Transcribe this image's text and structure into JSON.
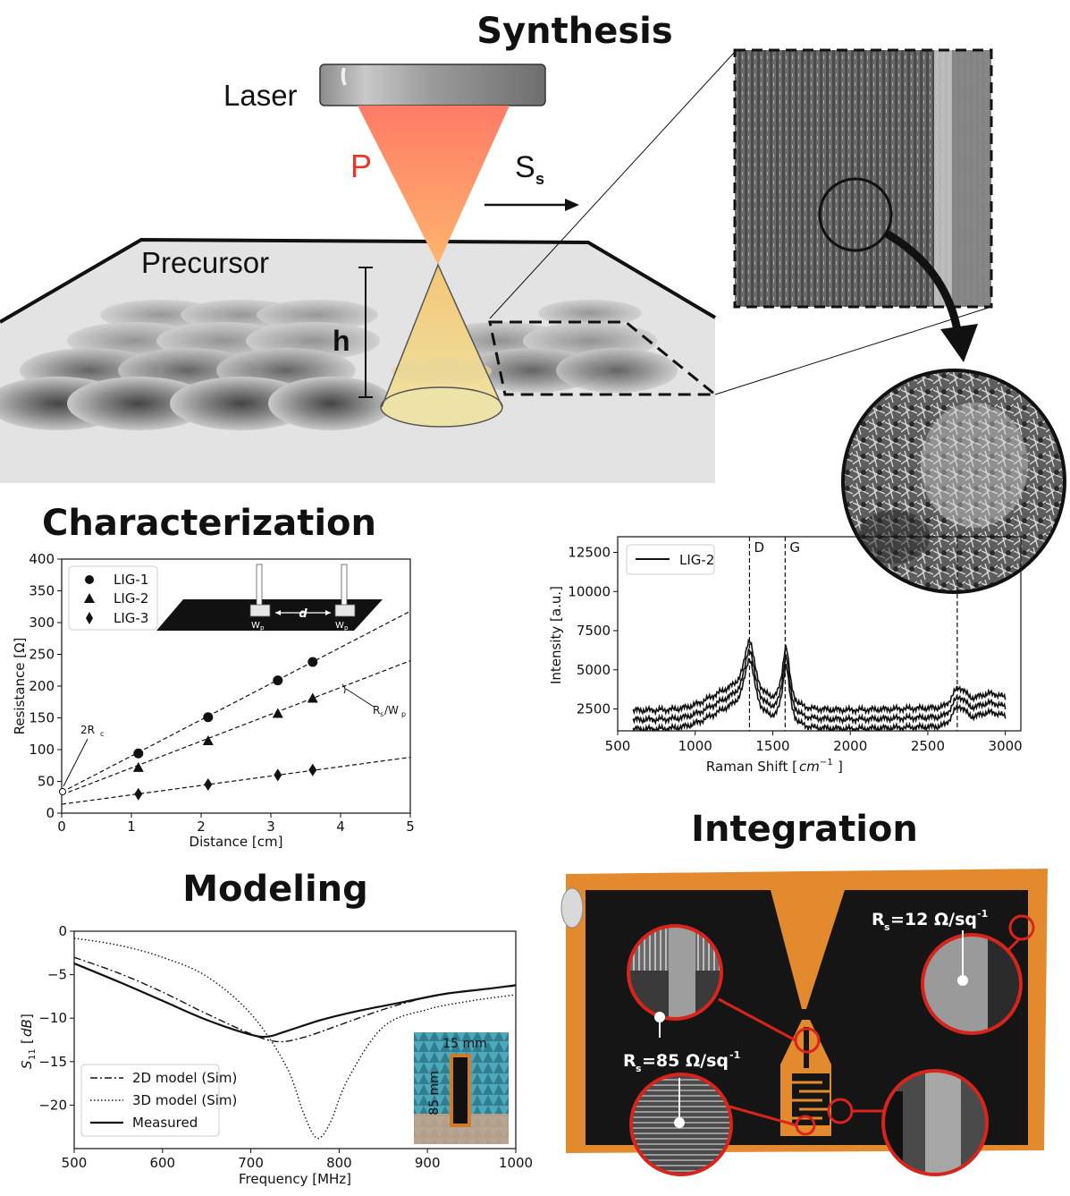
{
  "headings": {
    "synthesis": "Synthesis",
    "characterization": "Characterization",
    "modeling": "Modeling",
    "integration": "Integration"
  },
  "synthesis": {
    "laser": "Laser",
    "power": "P",
    "speed": "S",
    "speed_sub": "s",
    "precursor": "Precursor",
    "height": "h"
  },
  "integration": {
    "rs_top": "R",
    "rs_top_sub": "s",
    "rs_top_val": "=12 Ω/sq",
    "rs_top_sup": "-1",
    "rs_left": "R",
    "rs_left_sub": "s",
    "rs_left_val": "=85 Ω/sq",
    "rs_left_sup": "-1"
  },
  "colors": {
    "laser_red": "#e8362a",
    "kapton": "#e38a2e",
    "marker_red": "#d9241c",
    "lig_black": "#151515"
  },
  "chart_data": [
    {
      "type": "scatter",
      "xlabel": "Distance [cm]",
      "ylabel": "Resistance [Ω]",
      "xlim": [
        0,
        5
      ],
      "ylim": [
        0,
        400
      ],
      "xticks": [
        "0",
        "1",
        "2",
        "3",
        "4",
        "5"
      ],
      "yticks": [
        "0",
        "50",
        "100",
        "150",
        "200",
        "250",
        "300",
        "350",
        "400"
      ],
      "legend": "top-left",
      "grid": false,
      "series": [
        {
          "name": "LIG-1",
          "marker": "circle",
          "x": [
            1.1,
            2.1,
            3.1,
            3.6
          ],
          "y": [
            94,
            151,
            209,
            238
          ],
          "fit": [
            [
              0,
              33
            ],
            [
              5,
              318
            ]
          ]
        },
        {
          "name": "LIG-2",
          "marker": "triangle",
          "x": [
            1.1,
            2.1,
            3.1,
            3.6
          ],
          "y": [
            72,
            114,
            157,
            181
          ],
          "fit": [
            [
              0,
              29
            ],
            [
              5,
              240
            ]
          ]
        },
        {
          "name": "LIG-3",
          "marker": "diamond",
          "x": [
            1.1,
            2.1,
            3.1,
            3.6
          ],
          "y": [
            30,
            45,
            60,
            68
          ],
          "fit": [
            [
              0,
              14
            ],
            [
              5,
              88
            ]
          ]
        }
      ],
      "annotations": {
        "intercept": "2R",
        "intercept_sub": "c",
        "slope": "R",
        "slope_sub": "s",
        "slope_tail": "/W",
        "slope_tail_sub": "p"
      },
      "inset": {
        "spacing": "d",
        "pad": "W",
        "pad_sub": "p"
      }
    },
    {
      "type": "line",
      "xlabel": "Raman Shift [",
      "xlabel_unit": "cm",
      "xlabel_sup": "−1",
      "xlabel_tail": "]",
      "ylabel": "Intensity [a.u.]",
      "xlim": [
        500,
        3100
      ],
      "ylim": [
        1100,
        13500
      ],
      "xticks": [
        500,
        1000,
        1500,
        2000,
        2500,
        3000
      ],
      "yticks": [
        "2500",
        "5000",
        "7500",
        "10000",
        "12500"
      ],
      "ytick_values": [
        2500,
        5000,
        7500,
        10000,
        12500
      ],
      "legend": "top-left",
      "vlines": [
        {
          "x": 1350,
          "label": "D"
        },
        {
          "x": 1580,
          "label": "G"
        },
        {
          "x": 2690,
          "label": ""
        }
      ],
      "series": [
        {
          "name": "LIG-2",
          "offset": 2400
        },
        {
          "name": "",
          "offset": 1800
        },
        {
          "name": "",
          "offset": 1200
        }
      ]
    },
    {
      "type": "line",
      "xlabel": "Frequency [MHz]",
      "ylabel_main": "S",
      "ylabel_sub": "11",
      "ylabel_unit": "dB",
      "xlim": [
        500,
        1000
      ],
      "ylim": [
        -25,
        0
      ],
      "xticks": [
        "500",
        "600",
        "700",
        "800",
        "900",
        "1000"
      ],
      "yticks": [
        "0",
        "−5",
        "−10",
        "−15",
        "−20"
      ],
      "legend": "bottom-left",
      "series": [
        {
          "name": "2D model (Sim)",
          "style": "dashdot",
          "x": [
            500,
            550,
            600,
            650,
            700,
            730,
            760,
            800,
            850,
            900,
            950,
            1000
          ],
          "y": [
            -3.0,
            -4.8,
            -7.0,
            -9.5,
            -11.8,
            -12.7,
            -12.2,
            -10.8,
            -9.0,
            -7.6,
            -6.8,
            -6.3
          ]
        },
        {
          "name": "3D model (Sim)",
          "style": "dotted",
          "x": [
            500,
            550,
            600,
            650,
            700,
            740,
            760,
            775,
            790,
            810,
            850,
            900,
            950,
            1000
          ],
          "y": [
            -0.8,
            -1.6,
            -3.0,
            -5.2,
            -9.5,
            -15.5,
            -21.0,
            -23.8,
            -22.0,
            -17.0,
            -11.0,
            -9.0,
            -8.0,
            -7.3
          ]
        },
        {
          "name": "Measured",
          "style": "solid",
          "x": [
            500,
            550,
            600,
            650,
            700,
            720,
            740,
            780,
            820,
            870,
            920,
            970,
            1000
          ],
          "y": [
            -3.7,
            -5.8,
            -8.0,
            -10.2,
            -11.9,
            -12.1,
            -11.5,
            -10.2,
            -9.2,
            -8.2,
            -7.2,
            -6.6,
            -6.2
          ]
        }
      ],
      "inset": {
        "width": "15 mm",
        "height": "85 mm"
      }
    }
  ]
}
